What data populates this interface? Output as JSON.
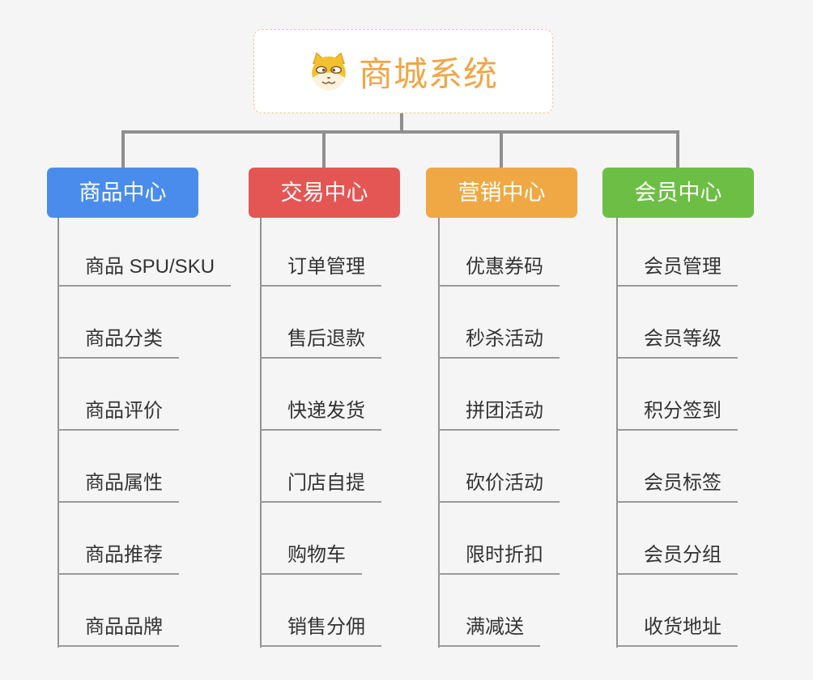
{
  "canvas": {
    "background_color": "#f5f5f5",
    "connector_color": "#8f8f8f",
    "underline_color": "#9a9a9a",
    "item_text_color": "#333333"
  },
  "root": {
    "title": "商城系统",
    "title_color": "#f0a644",
    "border_color": "#efc98f",
    "icon": "shiba-dog-icon"
  },
  "branches": [
    {
      "label": "商品中心",
      "color": "#4a8cec",
      "children": [
        "商品 SPU/SKU",
        "商品分类",
        "商品评价",
        "商品属性",
        "商品推荐",
        "商品品牌"
      ]
    },
    {
      "label": "交易中心",
      "color": "#e45653",
      "children": [
        "订单管理",
        "售后退款",
        "快递发货",
        "门店自提",
        "购物车",
        "销售分佣"
      ]
    },
    {
      "label": "营销中心",
      "color": "#efa843",
      "children": [
        "优惠券码",
        "秒杀活动",
        "拼团活动",
        "砍价活动",
        "限时折扣",
        "满减送"
      ]
    },
    {
      "label": "会员中心",
      "color": "#6dbe44",
      "children": [
        "会员管理",
        "会员等级",
        "积分签到",
        "会员标签",
        "会员分组",
        "收货地址"
      ]
    }
  ]
}
